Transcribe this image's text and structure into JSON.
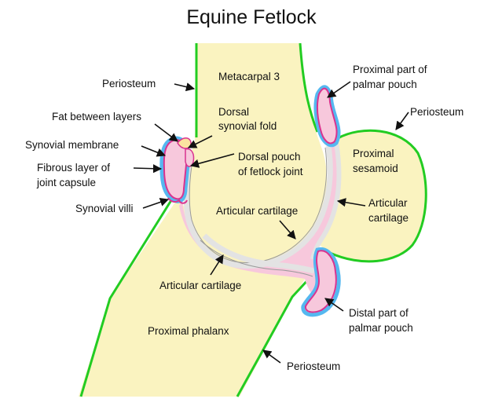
{
  "title": "Equine Fetlock",
  "labels": {
    "periosteum_left": "Periosteum",
    "metacarpal_3": "Metacarpal 3",
    "proximal_palmar_pouch_line1": "Proximal part of",
    "proximal_palmar_pouch_line2": "palmar pouch",
    "periosteum_right": "Periosteum",
    "fat_between_layers": "Fat between layers",
    "dorsal_synovial_fold_line1": "Dorsal",
    "dorsal_synovial_fold_line2": "synovial fold",
    "synovial_membrane": "Synovial membrane",
    "proximal_sesamoid_line1": "Proximal",
    "proximal_sesamoid_line2": "sesamoid",
    "fibrous_layer_line1": "Fibrous layer of",
    "fibrous_layer_line2": "joint capsule",
    "dorsal_pouch_line1": "Dorsal pouch",
    "dorsal_pouch_line2": "of fetlock joint",
    "synovial_villi": "Synovial villi",
    "articular_cartilage_upper": "Articular cartilage",
    "articular_cartilage_right_line1": "Articular",
    "articular_cartilage_right_line2": "cartilage",
    "articular_cartilage_lower": "Articular cartilage",
    "distal_palmar_pouch_line1": "Distal part of",
    "distal_palmar_pouch_line2": "palmar pouch",
    "proximal_phalanx": "Proximal phalanx",
    "periosteum_bottom": "Periosteum"
  },
  "colors": {
    "bone": "#FAF3C0",
    "periosteum": "#22CC22",
    "synovial_fluid_pouch": "#F7C8DC",
    "synovial_membrane": "#D9338F",
    "fibrous_layer": "#55B8F0",
    "cartilage": "#E3E3E3",
    "fat": "#FBE3A0"
  }
}
